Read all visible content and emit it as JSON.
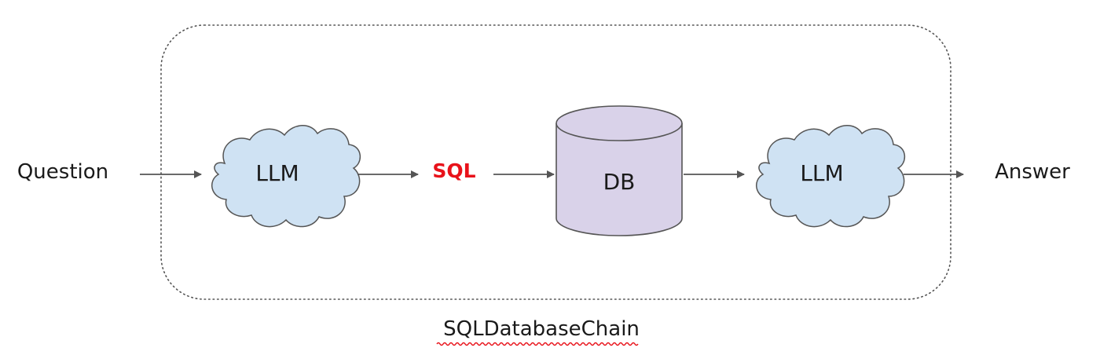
{
  "input": {
    "label": "Question"
  },
  "output": {
    "label": "Answer"
  },
  "llm_first": {
    "label": "LLM"
  },
  "sql": {
    "label": "SQL",
    "color": "#e8121a"
  },
  "db": {
    "label": "DB",
    "fill": "#d9d2e9"
  },
  "llm_second": {
    "label": "LLM"
  },
  "chain": {
    "label": "SQLDatabaseChain",
    "underline_color": "#e8121a"
  },
  "colors": {
    "cloud_fill": "#cfe2f3",
    "stroke": "#555555",
    "border": "#555555"
  }
}
